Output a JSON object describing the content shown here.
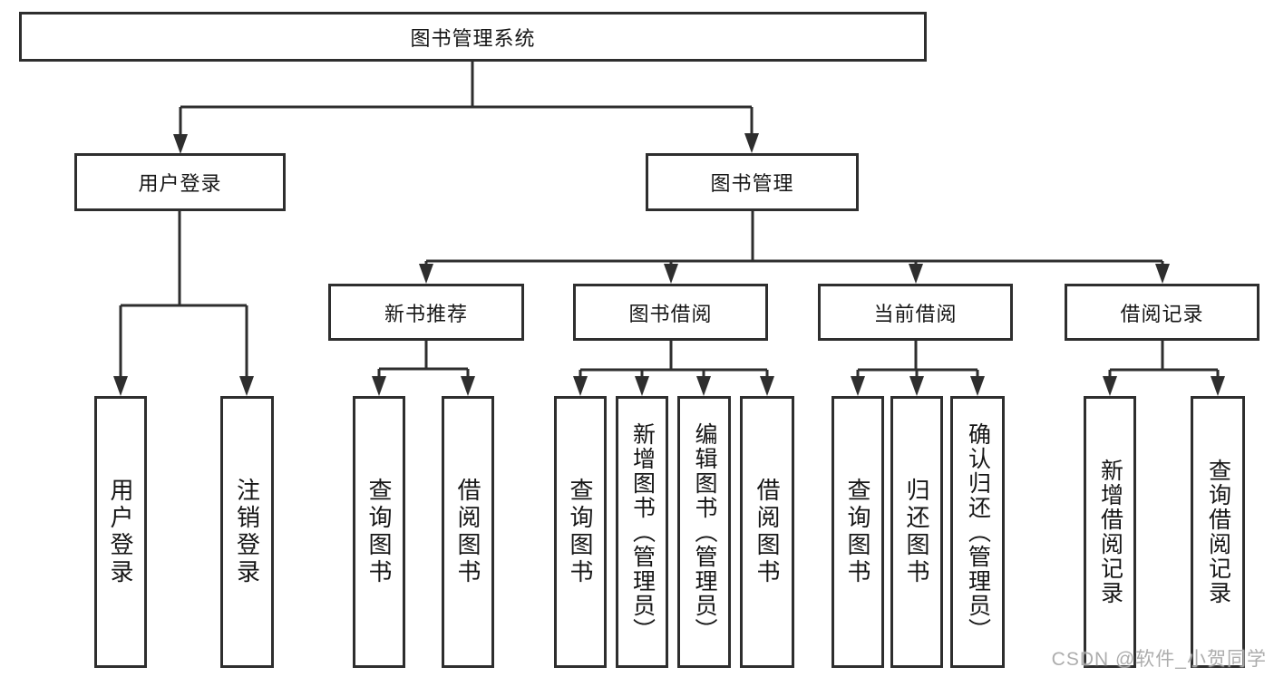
{
  "colors": {
    "line": "#2e2e2e",
    "node_border": "#2e2e2e",
    "node_background": "#ffffff",
    "text": "#161616",
    "watermark": "#a6a6a6",
    "background": "#ffffff"
  },
  "watermark": {
    "text": "CSDN @软件_小贺同学"
  },
  "tree": {
    "root": {
      "label": "图书管理系统"
    },
    "children": [
      {
        "label": "用户登录",
        "children": [
          {
            "label": "用户登录"
          },
          {
            "label": "注销登录"
          }
        ]
      },
      {
        "label": "图书管理",
        "children": [
          {
            "label": "新书推荐",
            "children": [
              {
                "label": "查询图书"
              },
              {
                "label": "借阅图书"
              }
            ]
          },
          {
            "label": "图书借阅",
            "children": [
              {
                "label": "查询图书"
              },
              {
                "label": "新增图书（管理员）"
              },
              {
                "label": "编辑图书（管理员）"
              },
              {
                "label": "借阅图书"
              }
            ]
          },
          {
            "label": "当前借阅",
            "children": [
              {
                "label": "查询图书"
              },
              {
                "label": "归还图书"
              },
              {
                "label": "确认归还（管理员）"
              }
            ]
          },
          {
            "label": "借阅记录",
            "children": [
              {
                "label": "新增借阅记录"
              },
              {
                "label": "查询借阅记录"
              }
            ]
          }
        ]
      }
    ]
  }
}
